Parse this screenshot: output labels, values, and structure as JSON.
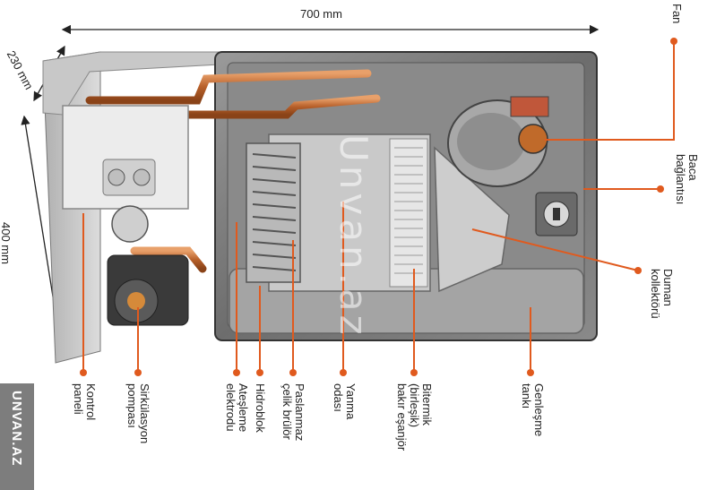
{
  "dimensions": {
    "width": "700 mm",
    "depth": "230 mm",
    "height": "400 mm"
  },
  "labels": {
    "fan": "Fan",
    "baca": [
      "Baca",
      "bağlantısı"
    ],
    "duman": [
      "Duman",
      "kollektörü"
    ],
    "kontrol": [
      "Kontrol",
      "paneli"
    ],
    "sirkulasyon": [
      "Sirkülasyon",
      "pompası"
    ],
    "atesleme": [
      "Ateşleme",
      "elektrodu"
    ],
    "hidroblok": [
      "Hidroblok"
    ],
    "paslanmaz": [
      "Paslanmaz",
      "çelik brülör"
    ],
    "yanma": [
      "Yanma",
      "odası"
    ],
    "bitermik": [
      "Bitermik",
      "(birleşik)",
      "bakır eşanjör"
    ],
    "genlesme": [
      "Genleşme",
      "tankı"
    ]
  },
  "watermark": {
    "side": "UNVAN.AZ",
    "center": "Unvan.az"
  },
  "colors": {
    "accent": "#e05a1e",
    "dimension_line": "#222222"
  }
}
